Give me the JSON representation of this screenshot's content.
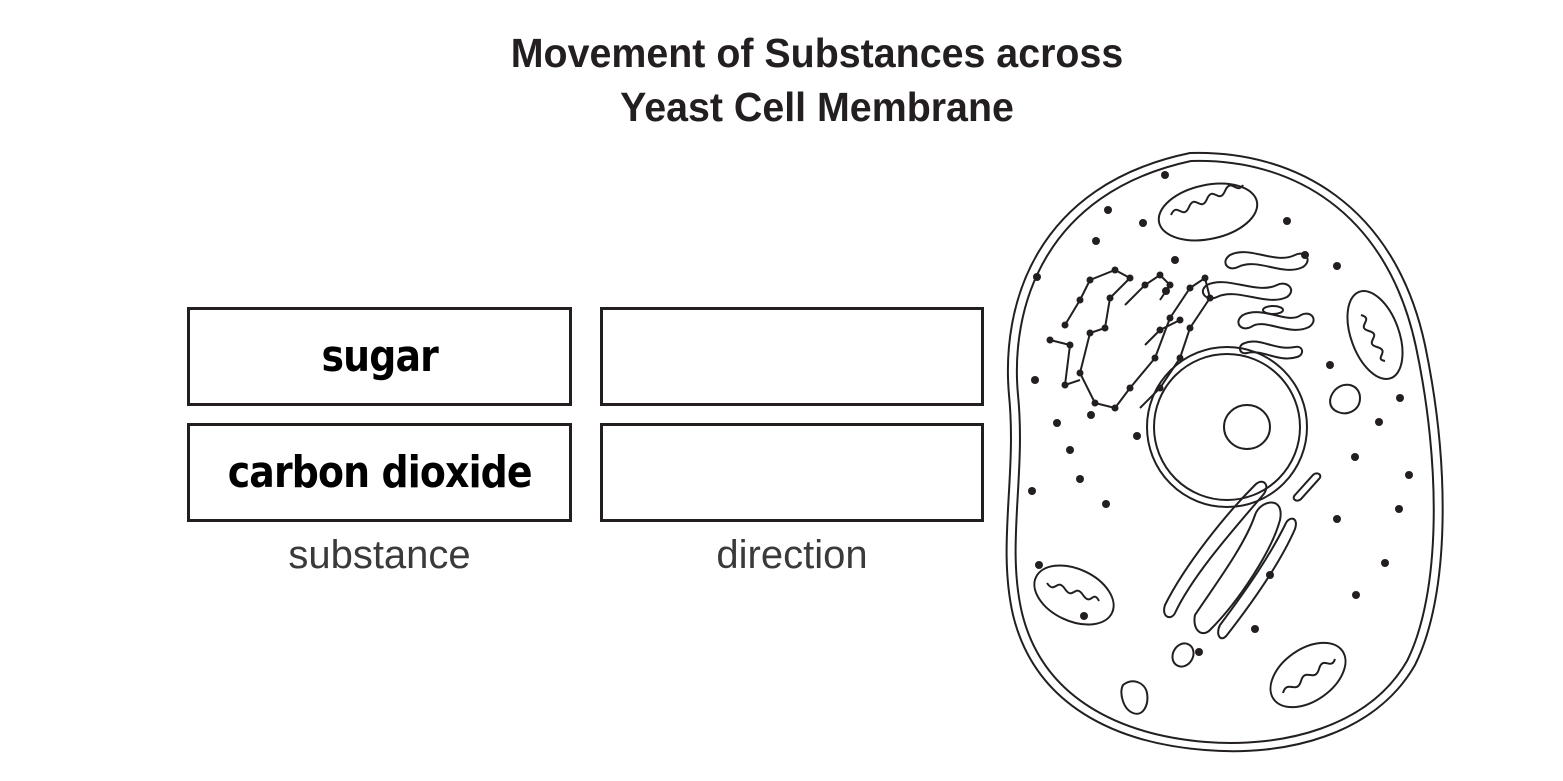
{
  "title": {
    "line1": "Movement of Substances across",
    "line2": "Yeast Cell Membrane"
  },
  "table": {
    "rows": [
      {
        "substance": "sugar",
        "direction": ""
      },
      {
        "substance": "carbon dioxide",
        "direction": ""
      }
    ],
    "column_labels": {
      "substance": "substance",
      "direction": "direction"
    }
  },
  "diagram": {
    "subject": "yeast cell",
    "organelles": [
      "cell membrane",
      "cell wall",
      "nucleus",
      "nucleolus",
      "rough endoplasmic reticulum",
      "golgi apparatus",
      "mitochondria",
      "vacuoles",
      "ribosomes"
    ]
  }
}
